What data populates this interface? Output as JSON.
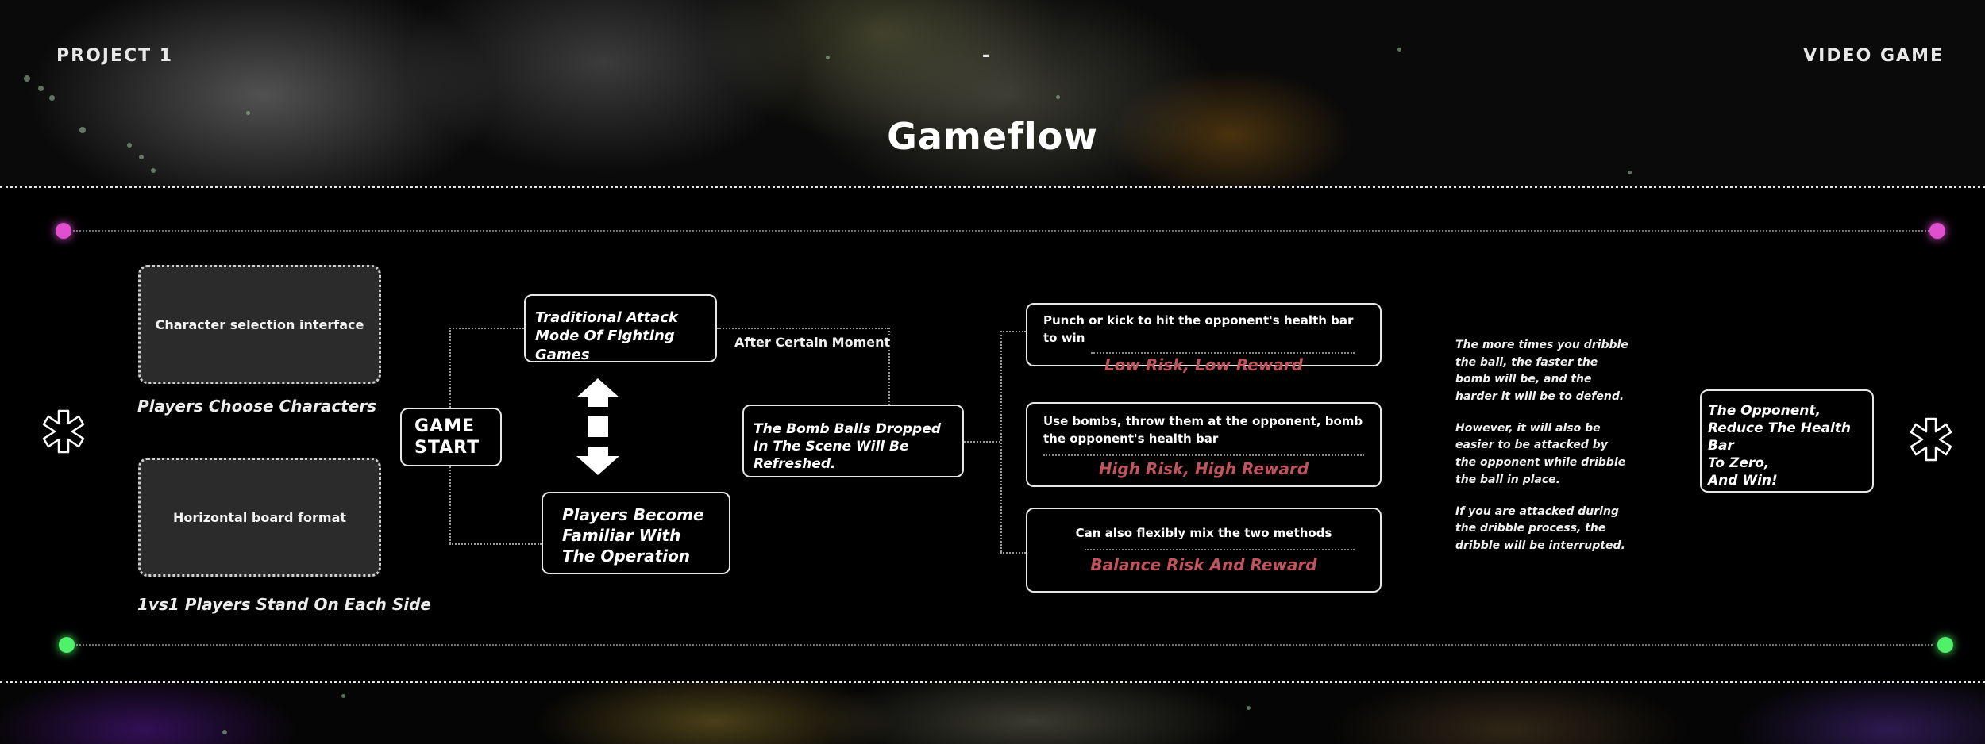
{
  "header": {
    "project": "PROJECT 1",
    "separator": "-",
    "category": "VIDEO GAME",
    "title": "Gameflow"
  },
  "colors": {
    "top_dot": "#e04fcf",
    "bottom_dot": "#4ff06a",
    "risk_text": "#c0545d",
    "box_fill": "#2b2b2b"
  },
  "left": {
    "box1": "Character selection interface",
    "caption1": "Players Choose Characters",
    "box2": "Horizontal board format",
    "caption2": "1vs1 Players Stand On Each Side"
  },
  "start": "GAME START",
  "branches": {
    "mode": "Traditional Attack Mode Of Fighting Games",
    "familiar": "Players Become Familiar With The Operation",
    "moment": "After Certain Moment",
    "bomb": "The Bomb Balls Dropped In The Scene Will Be Refreshed."
  },
  "options": [
    {
      "desc": "Punch or kick to hit the opponent's health bar to win",
      "level": "Low Risk, Low Reward"
    },
    {
      "desc": "Use bombs, throw them at the opponent, bomb the opponent's health bar",
      "level": "High Risk, High Reward"
    },
    {
      "desc": "Can also flexibly mix the two methods",
      "level": "Balance Risk And Reward"
    }
  ],
  "notes": [
    "The more times you dribble the ball, the faster the bomb will be, and the harder it will be to defend.",
    "However, it will also be easier to be attacked by the opponent while dribble the ball in place.",
    "If you are attacked during the dribble process, the dribble will be interrupted."
  ],
  "goal": [
    "The Opponent,",
    "Reduce The Health Bar",
    "To Zero,",
    "And Win!"
  ],
  "icons": {
    "left_star": "asterisk-icon",
    "right_star": "asterisk-icon",
    "arrow": "double-arrow-icon"
  }
}
